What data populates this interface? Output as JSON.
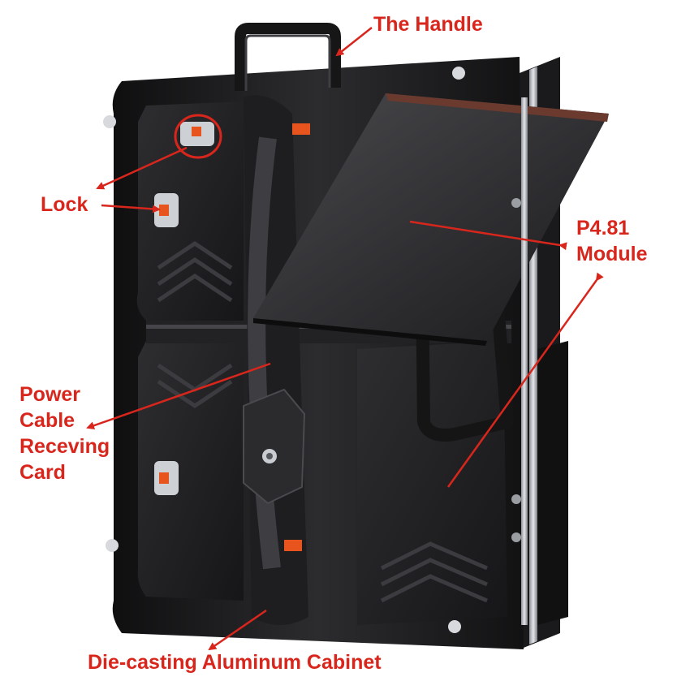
{
  "labels": {
    "handle": "The Handle",
    "lock": "Lock",
    "module": [
      "P4.81",
      "Module"
    ],
    "power": [
      "Power",
      "Cable",
      "Receving",
      "Card"
    ],
    "cabinet": "Die-casting Aluminum Cabinet"
  },
  "colors": {
    "callout": "#d9261c",
    "cabinet_frame": "#1c1c1e",
    "cabinet_panel": "#2a2a2d",
    "module_face": "#3a3a3c",
    "accent_orange": "#e8541e",
    "steel": "#c9ccd1"
  }
}
